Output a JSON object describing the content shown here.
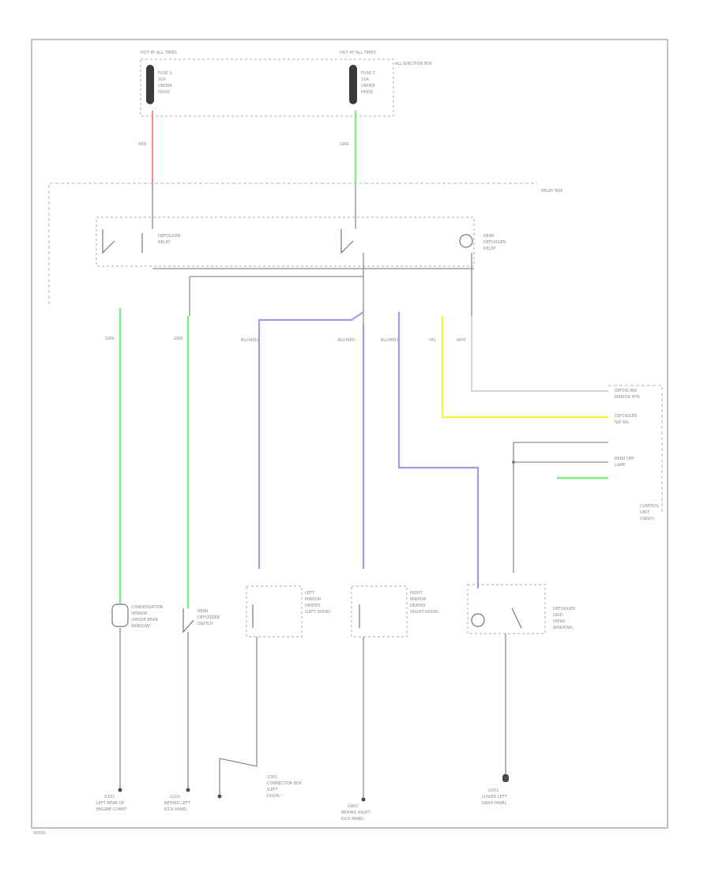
{
  "diagram": {
    "fuse_boxes": [
      {
        "id": "left",
        "header": "HOT AT ALL TIMES",
        "labels": [
          "FUSE 1",
          "20A",
          "UNDER",
          "HOOD"
        ]
      },
      {
        "id": "right",
        "header": "HOT AT ALL TIMES",
        "labels": [
          "FUSE 2",
          "15A",
          "UNDER",
          "HOOD"
        ]
      }
    ],
    "junction_box_label": "ALL JUNCTION BOX",
    "relay_box_label": "RELAY BOX",
    "relays": [
      {
        "id": "left-relay",
        "labels": [
          "DEFOGGER",
          "RELAY"
        ]
      },
      {
        "id": "right-relay",
        "labels": [
          "REAR",
          "DEFOGGER",
          "RELAY"
        ]
      }
    ],
    "wire_codes": {
      "red": "RED",
      "green": "GRN",
      "blue": "BLU/RED",
      "yellow": "YEL",
      "white": "WHT"
    },
    "components": [
      {
        "id": "cond-sensor",
        "labels": [
          "CONDENSATION",
          "SENSOR",
          "(INSIDE REAR",
          "WINDOW)"
        ]
      },
      {
        "id": "rear-defogger-switch",
        "labels": [
          "REAR",
          "DEFOGGER",
          "SWITCH"
        ]
      },
      {
        "id": "left-heater",
        "labels": [
          "LEFT",
          "MIRROR",
          "HEATER",
          "(LEFT DOOR)"
        ]
      },
      {
        "id": "right-heater",
        "labels": [
          "RIGHT",
          "MIRROR",
          "HEATER",
          "(RIGHT DOOR)"
        ]
      },
      {
        "id": "defogger-grid",
        "labels": [
          "DEFOGGER",
          "GRID",
          "(REAR",
          "WINDOW)"
        ]
      },
      {
        "id": "control-unit",
        "labels": [
          "CONTROL",
          "UNIT",
          "(DASH)"
        ]
      }
    ],
    "connectors": [
      {
        "id": "c1",
        "labels": [
          "DEFOG IND",
          "MIRROR HTR"
        ]
      },
      {
        "id": "c2",
        "labels": [
          "DEFOGGER",
          "SW SIG"
        ]
      },
      {
        "id": "c3",
        "labels": [
          "REAR DEF",
          "LAMP"
        ]
      }
    ],
    "grounds": [
      {
        "id": "g1",
        "labels": [
          "G101",
          "LEFT REAR OF",
          "ENGINE COMPT"
        ]
      },
      {
        "id": "g2",
        "labels": [
          "G201",
          "BEHIND LEFT",
          "KICK PANEL"
        ]
      },
      {
        "id": "g3",
        "labels": [
          "G301",
          "CONNECTOR BOX",
          "(LEFT",
          "DOOR)"
        ]
      },
      {
        "id": "g4",
        "labels": [
          "G401",
          "BEHIND RIGHT",
          "KICK PANEL"
        ]
      },
      {
        "id": "g5",
        "labels": [
          "G501",
          "LOWER LEFT",
          "DASH PANEL"
        ]
      }
    ],
    "figure_code": "00000"
  }
}
